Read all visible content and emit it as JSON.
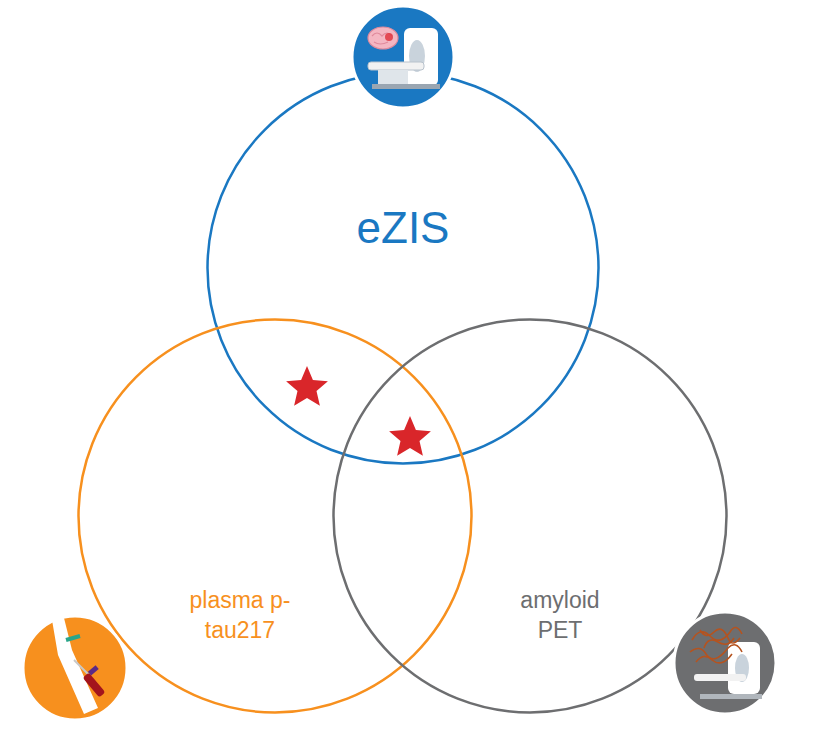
{
  "diagram": {
    "nodes": [
      {
        "text": [
          "eZIS"
        ]
      },
      {
        "text": [
          "plasma p-tau217"
        ]
      },
      {
        "text": [
          "amyloid PET"
        ]
      }
    ]
  }
}
